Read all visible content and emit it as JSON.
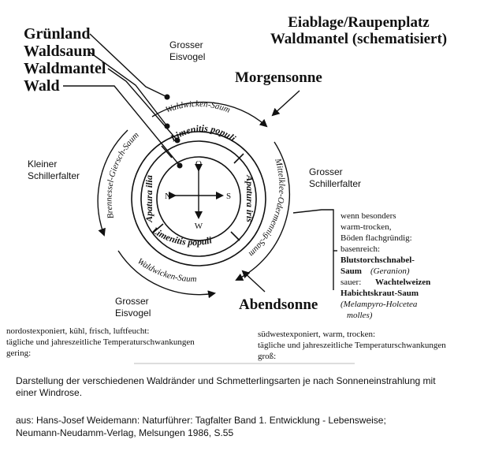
{
  "legend": {
    "items": [
      "Grünland",
      "Waldsaum",
      "Waldmantel",
      "Wald"
    ]
  },
  "title": {
    "line1": "Eiablage/Raupenplatz",
    "line2": "Waldmantel (schematisiert)"
  },
  "sun": {
    "morning": "Morgensonne",
    "evening": "Abendsonne"
  },
  "butterflies": {
    "grosser_eisvogel_top": [
      "Grosser",
      "Eisvogel"
    ],
    "kleiner_schillerfalter": [
      "Kleiner",
      "Schillerfalter"
    ],
    "grosser_schillerfalter": [
      "Grosser",
      "Schillerfalter"
    ],
    "grosser_eisvogel_bottom": [
      "Grosser",
      "Eisvogel"
    ]
  },
  "ring_labels": {
    "outer_top": "Waldwicken-Saum",
    "outer_left": "Brennessel-Giersch-Saum",
    "outer_right": "Mittelklee-Odermennig-Saum",
    "outer_bottom": "Waldwicken-Saum",
    "inner_top": "Limenitis populi",
    "inner_bottom": "Limenitis populi",
    "inner_left": "Apatura ilia",
    "inner_right": "Apatura iris"
  },
  "compass": {
    "north": "O",
    "west": "N",
    "east": "S",
    "south": "W"
  },
  "right_note": {
    "lines": [
      "wenn besonders",
      "warm-trocken,",
      "Böden flachgründig:",
      "basenreich:",
      "Blutstorchschnabel-",
      "Saum",
      "(Geranion)",
      "sauer:",
      "Wachtelweizen",
      "Habichtskraut-Saum",
      "(Melampyro-Holcetea",
      "molles)"
    ]
  },
  "bottom_left": {
    "lines": [
      "nordostexponiert, kühl, frisch, luftfeucht:",
      "tägliche und jahreszeitliche Temperaturschwankungen",
      "gering:"
    ]
  },
  "bottom_right": {
    "lines": [
      "südwestexponiert, warm, trocken:",
      "tägliche und jahreszeitliche Temperaturschwankungen",
      "groß:"
    ]
  },
  "caption": {
    "line1": "Darstellung der verschiedenen Waldränder und Schmetterlingsarten je nach Sonneneinstrahlung mit",
    "line2": "einer Windrose."
  },
  "source": {
    "line1": "aus: Hans-Josef Weidemann: Naturführer: Tagfalter Band 1. Entwicklung - Lebensweise;",
    "line2": "Neumann-Neudamm-Verlag, Melsungen 1986, S.55"
  }
}
